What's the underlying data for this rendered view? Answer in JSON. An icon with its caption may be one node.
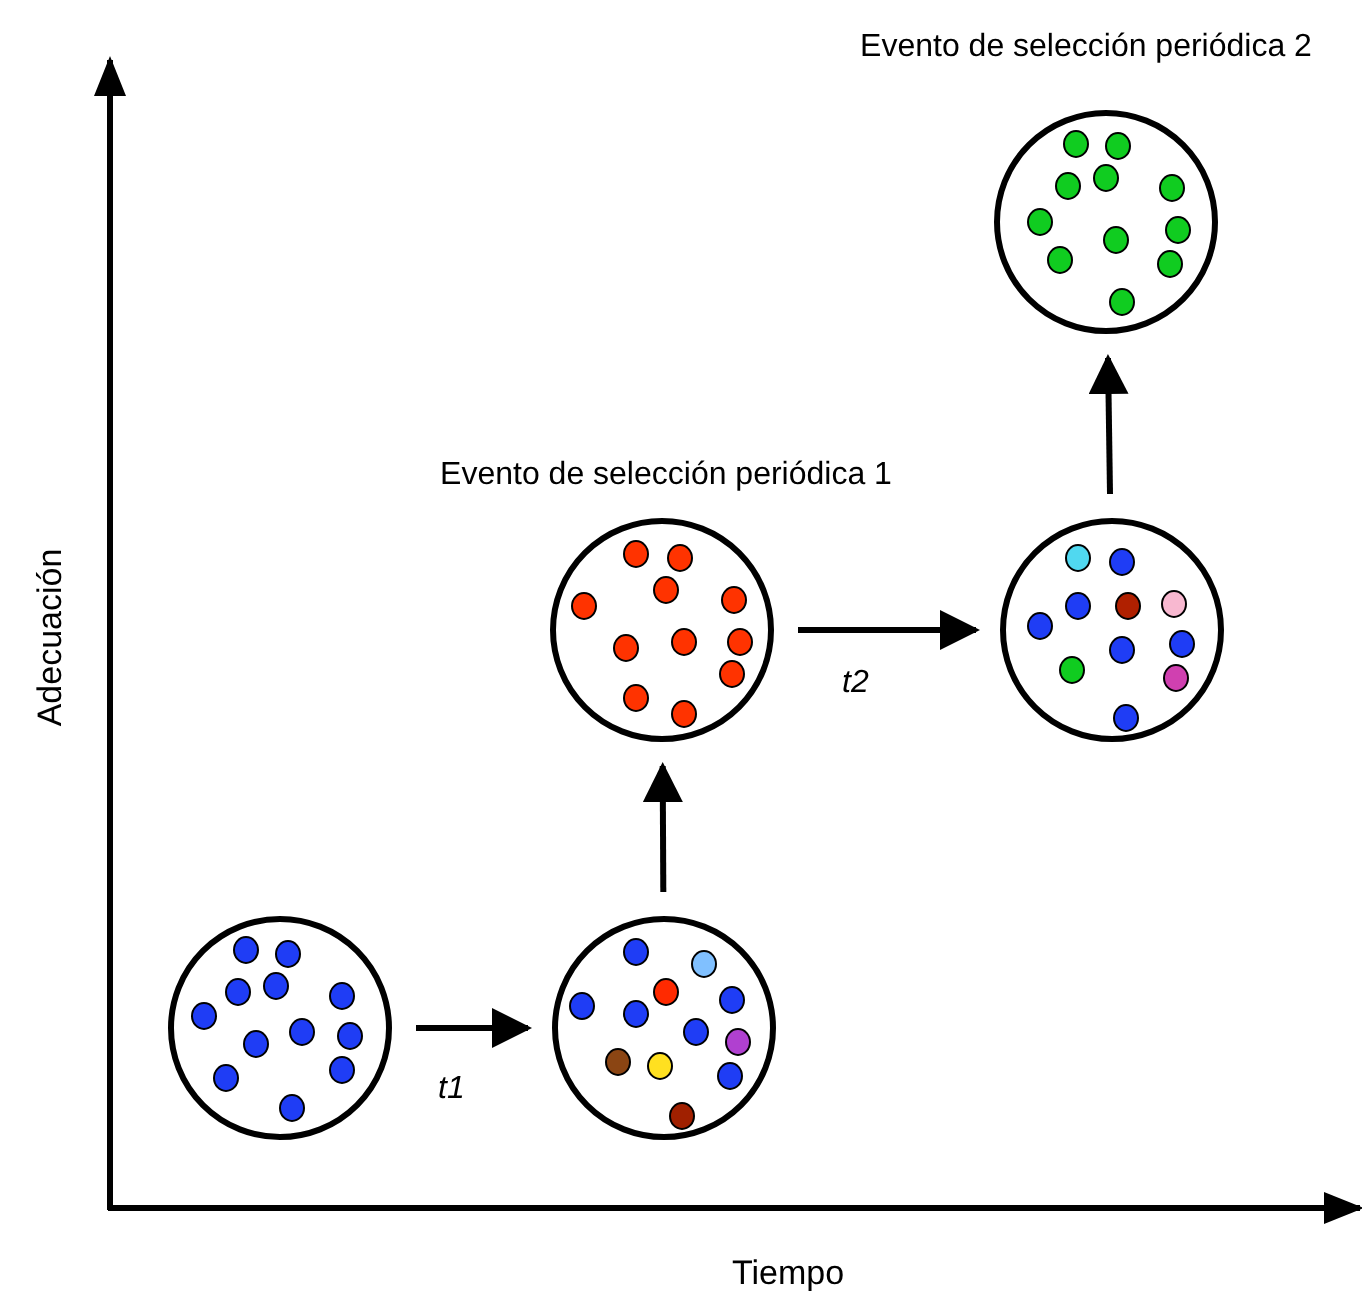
{
  "diagram": {
    "nodes": [
      {
        "text": [],
        "shape": "circle"
      },
      {
        "text": [],
        "shape": "circle"
      },
      {
        "text": [],
        "shape": "circle",
        "beside": [
          "Evento de selección periódica 1"
        ]
      },
      {
        "text": [],
        "shape": "circle"
      },
      {
        "text": [],
        "shape": "circle",
        "beside": [
          "Evento de selección periódica 2"
        ]
      }
    ],
    "edges": [
      {
        "from": 0,
        "to": 1,
        "arrow": "to",
        "label": "t1"
      },
      {
        "from": 1,
        "to": 2,
        "arrow": "to"
      },
      {
        "from": 2,
        "to": 3,
        "arrow": "to",
        "label": "t2"
      },
      {
        "from": 3,
        "to": 4,
        "arrow": "to"
      }
    ],
    "labels": [
      "Adecuación",
      "Tiempo"
    ]
  }
}
